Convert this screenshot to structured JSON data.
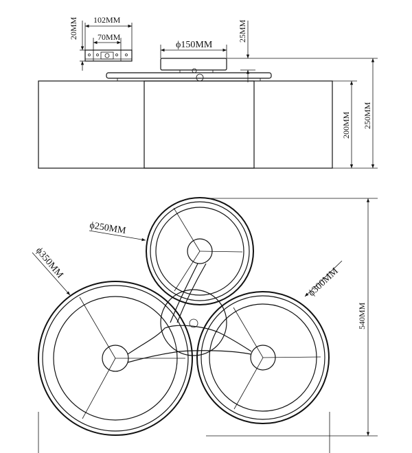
{
  "dimensions": {
    "bracket_height": "20MM",
    "bracket_width": "102MM",
    "bracket_hole_spacing": "70MM",
    "canopy_diameter": "ϕ150MM",
    "canopy_height": "25MM",
    "shade_height": "200MM",
    "total_height": "250MM",
    "shade_small_diameter": "ϕ250MM",
    "shade_large_diameter": "ϕ350MM",
    "shade_medium_diameter": "ϕ300MM",
    "total_depth": "540MM"
  },
  "colors": {
    "line": "#111111",
    "background": "#ffffff"
  }
}
